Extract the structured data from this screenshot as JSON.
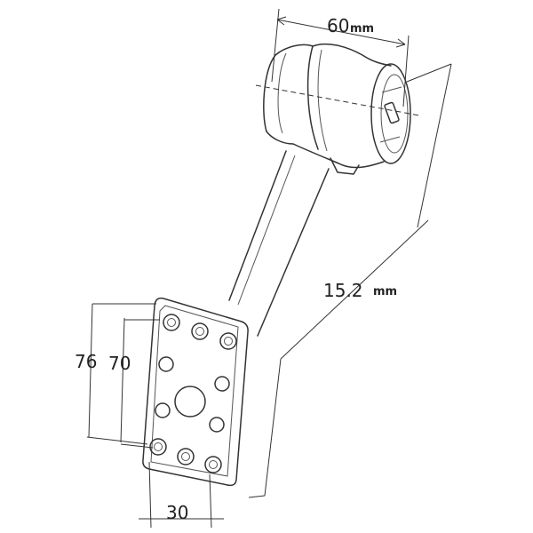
{
  "dimensions": {
    "top_width": {
      "value": "60",
      "unit": "mm"
    },
    "length": {
      "value": "15.2",
      "unit": "mm"
    },
    "plate_outer_height": {
      "value": "76"
    },
    "plate_inner_height": {
      "value": "70"
    },
    "plate_width": {
      "value": "30"
    }
  },
  "parts": {
    "head": "cylindrical-joint",
    "arm": "straight-arm",
    "plate": "vesa-mounting-plate"
  }
}
